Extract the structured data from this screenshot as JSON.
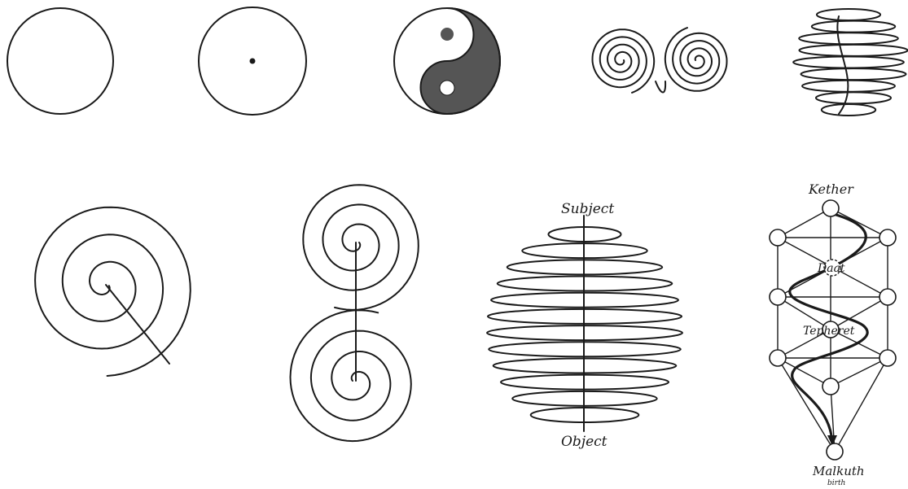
{
  "labels": {
    "subject": "Subject",
    "object": "Object",
    "kether": "Kether",
    "daat": "Daat",
    "tepheret": "Tepheret",
    "malkuth": "Malkuth",
    "birth": "birth"
  },
  "colors": {
    "ink": "#1a1a1a",
    "paper": "#ffffff",
    "shade": "#555555"
  }
}
